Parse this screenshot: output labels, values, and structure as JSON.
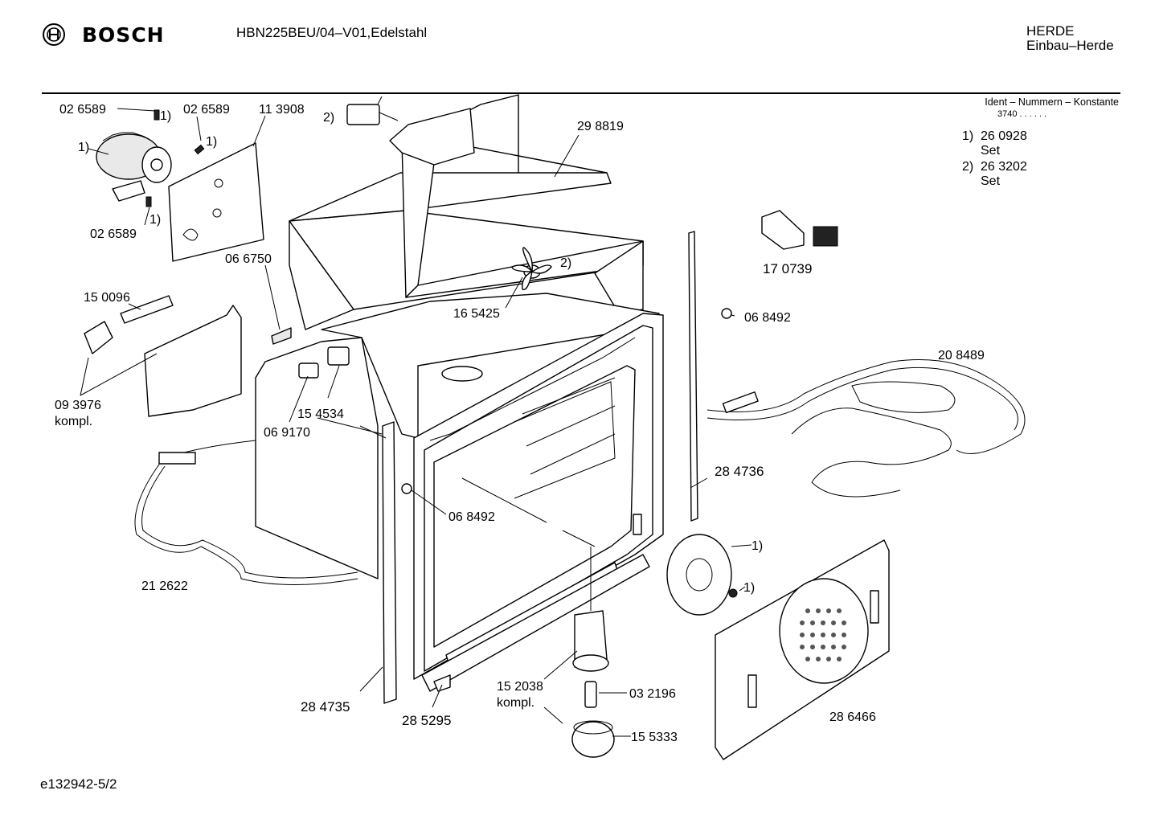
{
  "header": {
    "brand": "BOSCH",
    "model": "HBN225BEU/04–V01,Edelstahl",
    "category_line1": "HERDE",
    "category_line2": "Einbau–Herde"
  },
  "ident": {
    "label": "Ident – Nummern – Konstante",
    "value": "3740 . . . . . ."
  },
  "notes": [
    {
      "no": "1)",
      "number": "26 0928",
      "sub": "Set"
    },
    {
      "no": "2)",
      "number": "26 3202",
      "sub": "Set"
    }
  ],
  "parts": {
    "p026589_a": "02 6589",
    "p026589_b": "02 6589",
    "p026589_c": "02 6589",
    "p113908": "11 3908",
    "p298819": "29 8819",
    "p066750": "06 6750",
    "p150096": "15 0096",
    "p093976": "09 3976",
    "p093976_sub": "kompl.",
    "p165425": "16 5425",
    "p170739": "17 0739",
    "p068492_a": "06 8492",
    "p208489": "20 8489",
    "p154534": "15 4534",
    "p069170": "06 9170",
    "p284736": "28 4736",
    "p068492_b": "06 8492",
    "p212622": "21 2622",
    "p284735": "28 4735",
    "p285295": "28 5295",
    "p152038": "15 2038",
    "p152038_sub": "kompl.",
    "p032196": "03 2196",
    "p155333": "15 5333",
    "p286466": "28 6466"
  },
  "refs": {
    "r1_a": "1)",
    "r1_b": "1)",
    "r1_c": "1)",
    "r1_d": "1)",
    "r1_e": "1)",
    "r1_f": "1)",
    "r2_a": "2)",
    "r2_b": "2)"
  },
  "footer": {
    "code": "e132942-5/2"
  }
}
